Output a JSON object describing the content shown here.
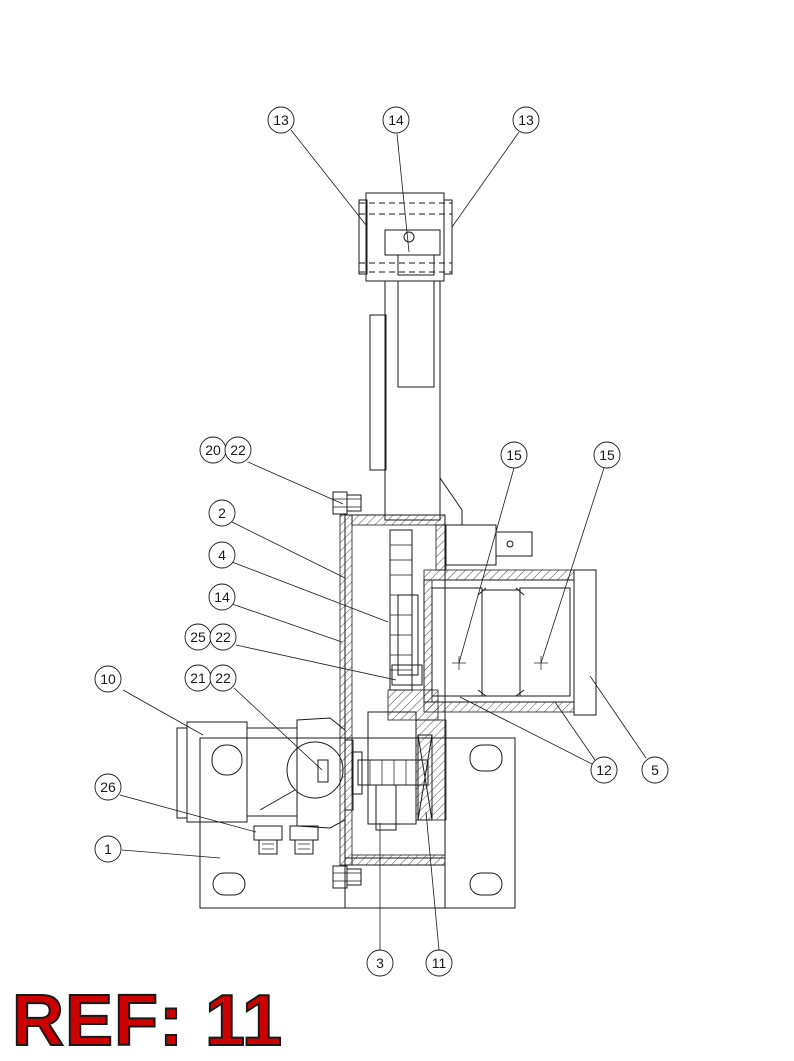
{
  "ref_label": "REF: 11",
  "callouts": {
    "c13a": "13",
    "c14a": "14",
    "c13b": "13",
    "c2022a": "20",
    "c2022b": "22",
    "c2": "2",
    "c4": "4",
    "c14b": "14",
    "c2522a": "25",
    "c2522b": "22",
    "c10": "10",
    "c2122a": "21",
    "c2122b": "22",
    "c26": "26",
    "c1": "1",
    "c15a": "15",
    "c15b": "15",
    "c12": "12",
    "c5": "5",
    "c3": "3",
    "c11": "11"
  }
}
